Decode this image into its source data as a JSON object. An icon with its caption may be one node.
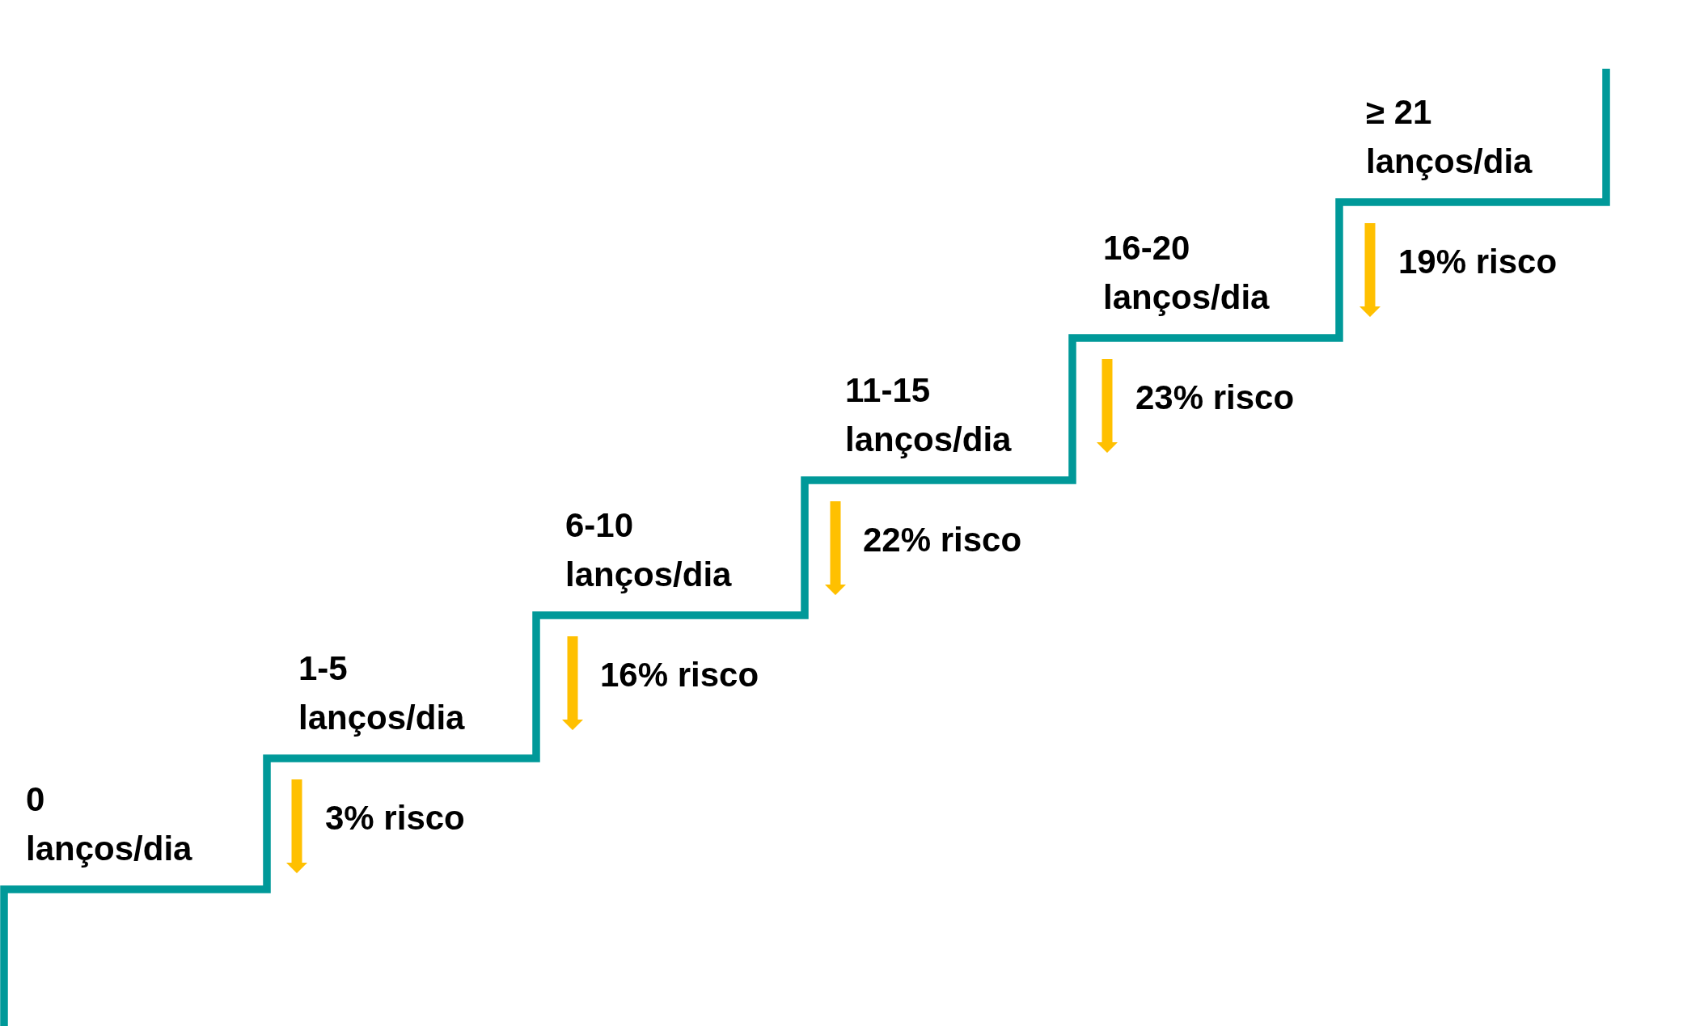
{
  "diagram": {
    "labels": [
      "0 lanços/dia",
      "1-5 lanços/dia",
      "3% risco",
      "6-10 lanços/dia",
      "16% risco",
      "11-15 lanços/dia",
      "22% risco",
      "16-20 lanços/dia",
      "23% risco",
      "≥ 21 lanços/dia",
      "19% risco"
    ]
  }
}
